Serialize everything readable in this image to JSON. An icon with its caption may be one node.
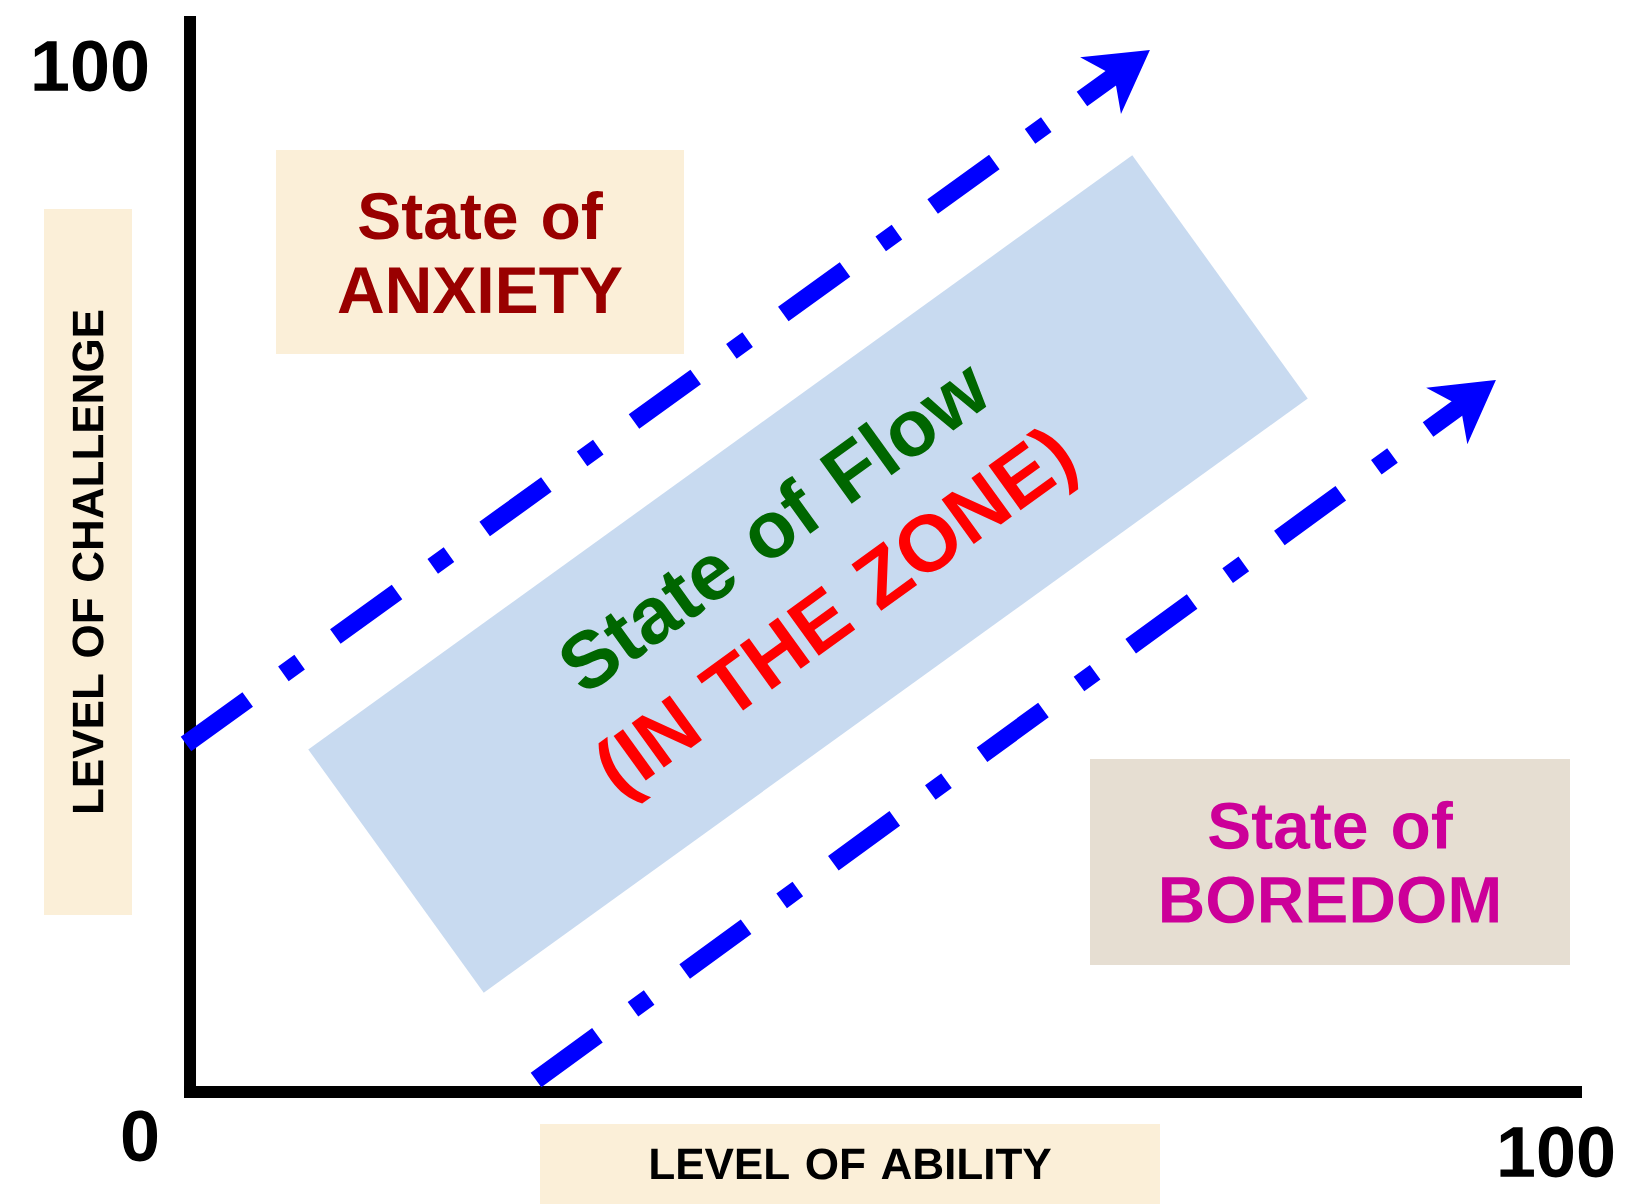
{
  "diagram": {
    "nodes": [
      {
        "text": [
          "State of ANXIETY"
        ]
      },
      {
        "text": [
          "State of Flow",
          "(IN THE ZONE)"
        ]
      },
      {
        "text": [
          "State of BOREDOM"
        ]
      },
      {
        "text": [
          "LEVEL OF CHALLENGE"
        ]
      },
      {
        "text": [
          "LEVEL OF ABILITY"
        ]
      }
    ],
    "labels": [
      "100",
      "0",
      "100"
    ]
  }
}
